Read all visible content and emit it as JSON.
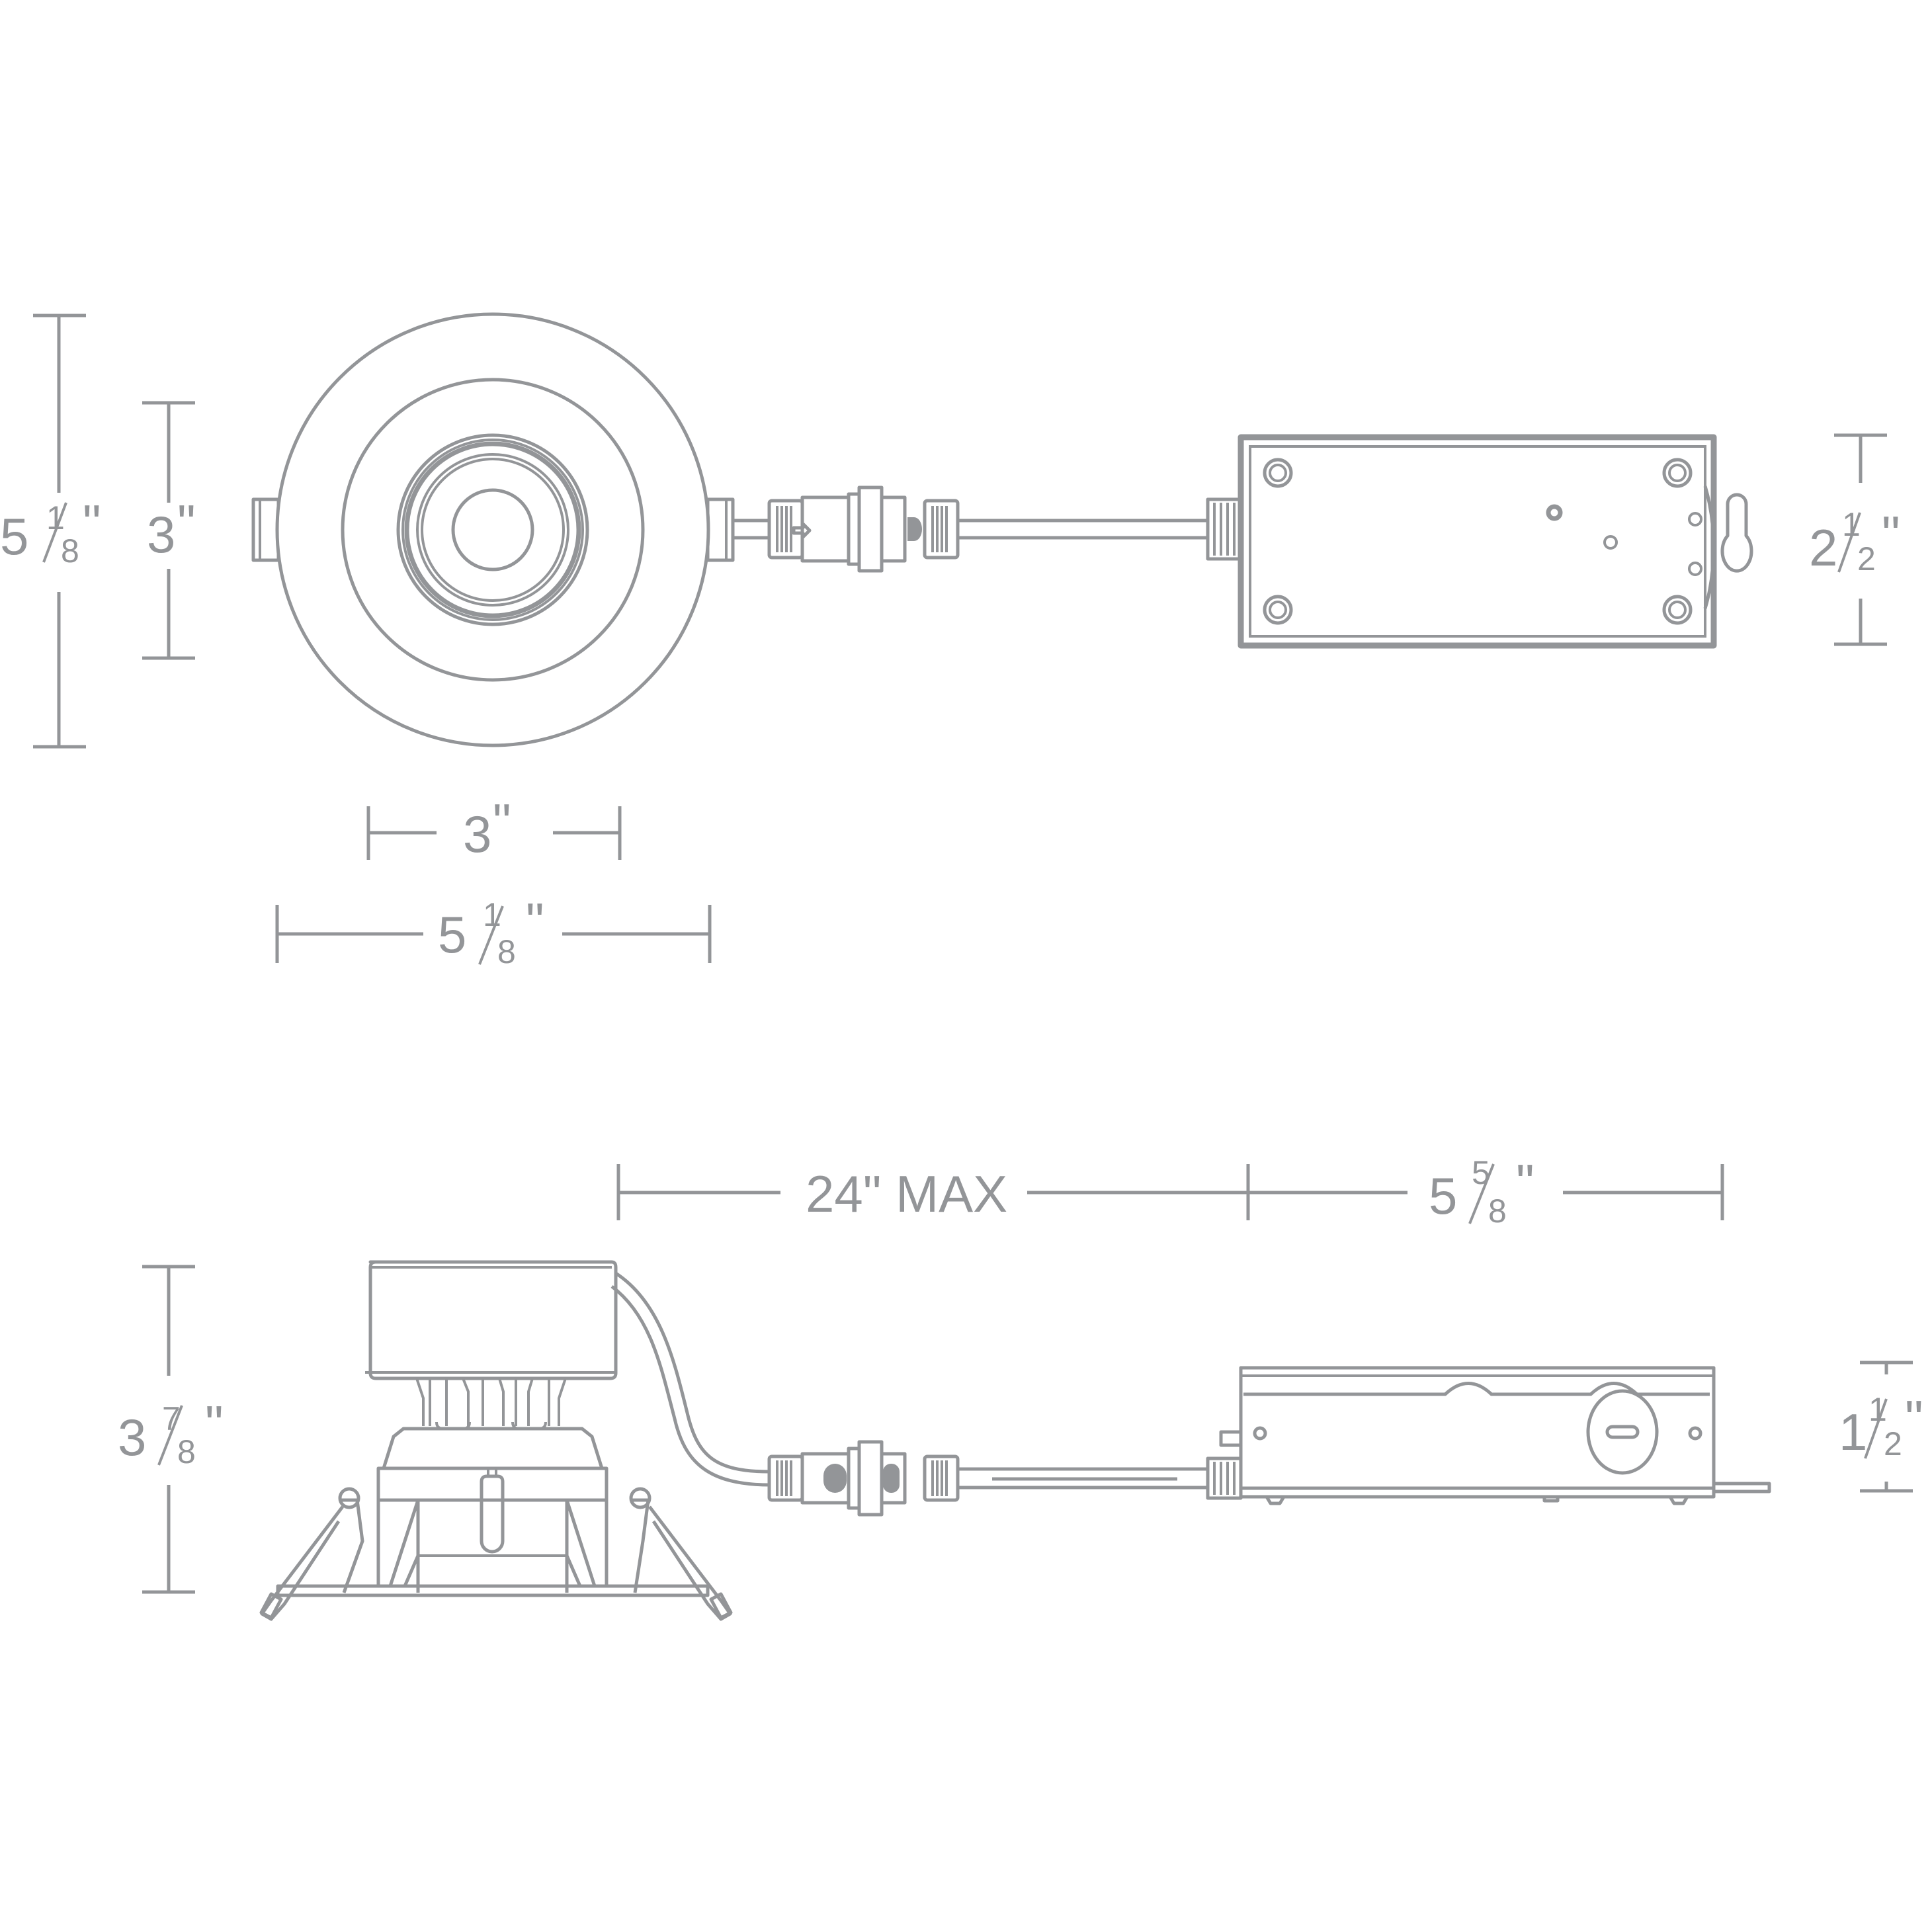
{
  "diagram": {
    "type": "dimension drawing",
    "subject": "recessed LED downlight with remote driver",
    "stroke_color": "#939598",
    "background": "#ffffff",
    "top_view": {
      "fixture": {
        "height_dim": {
          "whole": "5",
          "num": "1",
          "den": "8",
          "unit": "\""
        },
        "aperture_height_dim": {
          "whole": "3",
          "unit": "\""
        },
        "aperture_width_dim": {
          "whole": "3",
          "unit": "\""
        },
        "width_dim": {
          "whole": "5",
          "num": "1",
          "den": "8",
          "unit": "\""
        }
      },
      "driver": {
        "width_dim": {
          "whole": "2",
          "num": "1",
          "den": "2",
          "unit": "\""
        }
      }
    },
    "side_view": {
      "cable_dim": {
        "label": "24\" MAX"
      },
      "driver_length_dim": {
        "whole": "5",
        "num": "5",
        "den": "8",
        "unit": "\""
      },
      "fixture_height_dim": {
        "whole": "3",
        "num": "7",
        "den": "8",
        "unit": "\""
      },
      "driver_height_dim": {
        "whole": "1",
        "num": "1",
        "den": "2",
        "unit": "\""
      }
    }
  }
}
